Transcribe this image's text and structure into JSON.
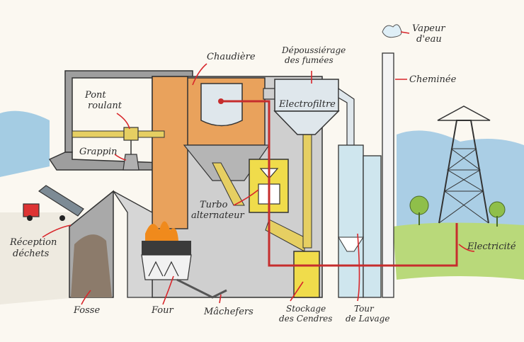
{
  "labels": {
    "pont_roulant": [
      "Pont",
      "roulant"
    ],
    "grappin": "Grappin",
    "chaudiere": "Chaudière",
    "depoussierage": [
      "Dépoussiérage",
      "des fumées"
    ],
    "electrofiltre": "Electrofiltre",
    "vapeur": [
      "Vapeur",
      "d'eau"
    ],
    "cheminee": "Cheminée",
    "turbo": [
      "Turbo",
      "alternateur"
    ],
    "reception": [
      "Réception",
      "déchets"
    ],
    "electricite": "Electricité",
    "fosse": "Fosse",
    "four": "Four",
    "machefers": "Mâchefers",
    "stockage": [
      "Stockage",
      "des Cendres"
    ],
    "tour": [
      "Tour",
      "de Lavage"
    ]
  },
  "colors": {
    "sky": "#8fc0e0",
    "grass": "#b9d97a",
    "plant_wall": "#cfcfcf",
    "furnace_orange": "#e9a25c",
    "duct_yellow": "#e6cf62",
    "electric_red": "#c62d2d",
    "tower_blue": "#cfe6ee",
    "label_arrow": "#d8262b"
  }
}
